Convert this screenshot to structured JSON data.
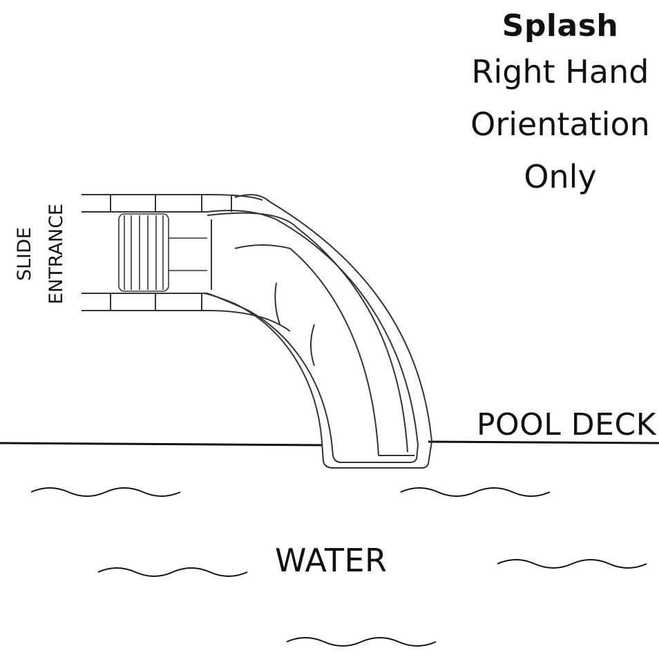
{
  "title": {
    "brand": "Splash",
    "lines": [
      "Right Hand",
      "Orientation",
      "Only"
    ]
  },
  "labels": {
    "entrance_line1": "SLIDE",
    "entrance_line2": "ENTRANCE",
    "pool_deck": "POOL DECK",
    "water": "WATER"
  },
  "colors": {
    "ink": "#111111",
    "background": "#ffffff"
  }
}
